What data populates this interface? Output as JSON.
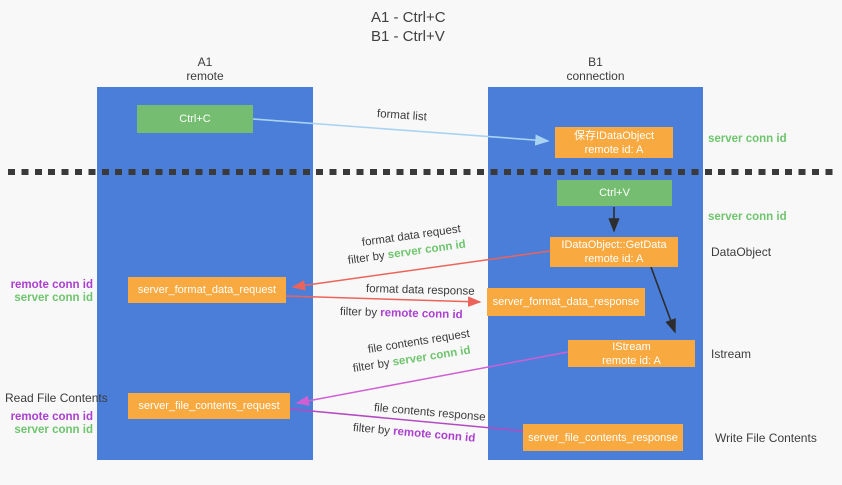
{
  "title": {
    "line1": "A1 - Ctrl+C",
    "line2": "B1 - Ctrl+V"
  },
  "columns": {
    "left": {
      "header_line1": "A1",
      "header_line2": "remote"
    },
    "right": {
      "header_line1": "B1",
      "header_line2": "connection"
    }
  },
  "boxes": {
    "ctrl_c": "Ctrl+C",
    "ctrl_v": "Ctrl+V",
    "save_idataobject": {
      "line1": "保存IDataObject",
      "line2": "remote id: A"
    },
    "getdata": {
      "line1": "IDataObject::GetData",
      "line2": "remote id: A"
    },
    "istream": {
      "line1": "IStream",
      "line2": "remote id: A"
    },
    "server_format_data_request": "server_format_data_request",
    "server_format_data_response": "server_format_data_response",
    "server_file_contents_request": "server_file_contents_request",
    "server_file_contents_response": "server_file_contents_response"
  },
  "side_labels": {
    "server_conn_id_top": "server conn id",
    "server_conn_id_mid": "server conn id",
    "dataobject": "DataObject",
    "istream": "Istream",
    "read_file_contents": "Read File Contents",
    "write_file_contents": "Write File Contents",
    "left_format": {
      "remote_conn_id": "remote conn id",
      "server_conn_id": "server conn id"
    },
    "left_file": {
      "remote_conn_id": "remote conn id",
      "server_conn_id": "server conn id"
    }
  },
  "arrow_labels": {
    "format_list": "format list",
    "format_data_request": {
      "text": "format data request",
      "filter_prefix": "filter by ",
      "filter_id": "server conn id"
    },
    "format_data_response": {
      "text": "format data response",
      "filter_prefix": "filter by ",
      "filter_id": "remote conn id"
    },
    "file_contents_request": {
      "text": "file contents request",
      "filter_prefix": "filter by ",
      "filter_id": "server conn id"
    },
    "file_contents_response": {
      "text": "file contents response",
      "filter_prefix": "filter by ",
      "filter_id": "remote conn id"
    }
  },
  "colors": {
    "background": "#f8f8f8",
    "column_blue": "#4a7ed9",
    "box_green": "#75bd70",
    "box_orange": "#f8a940",
    "text_green": "#6ec56e",
    "text_purple": "#ab3fd0",
    "arrow_lightblue": "#a9d3f2",
    "arrow_red": "#ec6459",
    "arrow_pink": "#d05fd3",
    "arrow_purple": "#b44ac2",
    "arrow_black": "#2d2d2d",
    "dotted_line": "#3a3a3a"
  }
}
